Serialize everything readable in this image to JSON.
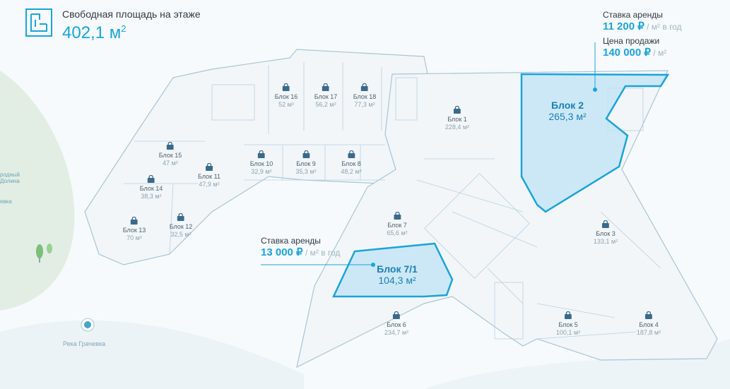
{
  "header": {
    "label": "Свободная площадь на этаже",
    "value": "402,1 м",
    "sup": "2"
  },
  "rate_top": {
    "rent_label": "Ставка аренды",
    "rent_value": "11 200 ₽",
    "rent_unit": "/ м² в год",
    "sale_label": "Цена продажи",
    "sale_value": "140 000 ₽",
    "sale_unit": "/ м²"
  },
  "rate_mid": {
    "rent_label": "Ставка аренды",
    "rent_value": "13 000 ₽",
    "rent_unit": "/ м² в год"
  },
  "selected": [
    {
      "name": "Блок 2",
      "area": "265,3 м²"
    },
    {
      "name": "Блок 7/1",
      "area": "104,3 м²"
    }
  ],
  "blocks": [
    {
      "name": "Блок 16",
      "area": "52 м²"
    },
    {
      "name": "Блок 17",
      "area": "56,2 м²"
    },
    {
      "name": "Блок 18",
      "area": "77,3 м²"
    },
    {
      "name": "Блок 1",
      "area": "228,4 м²"
    },
    {
      "name": "Блок 15",
      "area": "47 м²"
    },
    {
      "name": "Блок 14",
      "area": "38,3 м²"
    },
    {
      "name": "Блок 11",
      "area": "47,9 м²"
    },
    {
      "name": "Блок 10",
      "area": "32,9 м²"
    },
    {
      "name": "Блок 9",
      "area": "35,3 м²"
    },
    {
      "name": "Блок 8",
      "area": "48,2 м²"
    },
    {
      "name": "Блок 13",
      "area": "70 м²"
    },
    {
      "name": "Блок 12",
      "area": "32,5 м²"
    },
    {
      "name": "Блок 7",
      "area": "65,6 м²"
    },
    {
      "name": "Блок 3",
      "area": "133,1 м²"
    },
    {
      "name": "Блок 6",
      "area": "234,7 м²"
    },
    {
      "name": "Блок 5",
      "area": "100,1 м²"
    },
    {
      "name": "Блок 4",
      "area": "187,8 м²"
    }
  ],
  "map": {
    "place_1a": "родный",
    "place_1b": "Долина",
    "place_2": "евка",
    "river": "Река Грачевка"
  },
  "colors": {
    "accent": "#1aa4d8",
    "selected_fill": "#bfe3f4",
    "selected_stroke": "#1aa4d8",
    "outline": "#a9c4d6",
    "background": "#f7fafc",
    "park": "#d9ead7"
  }
}
